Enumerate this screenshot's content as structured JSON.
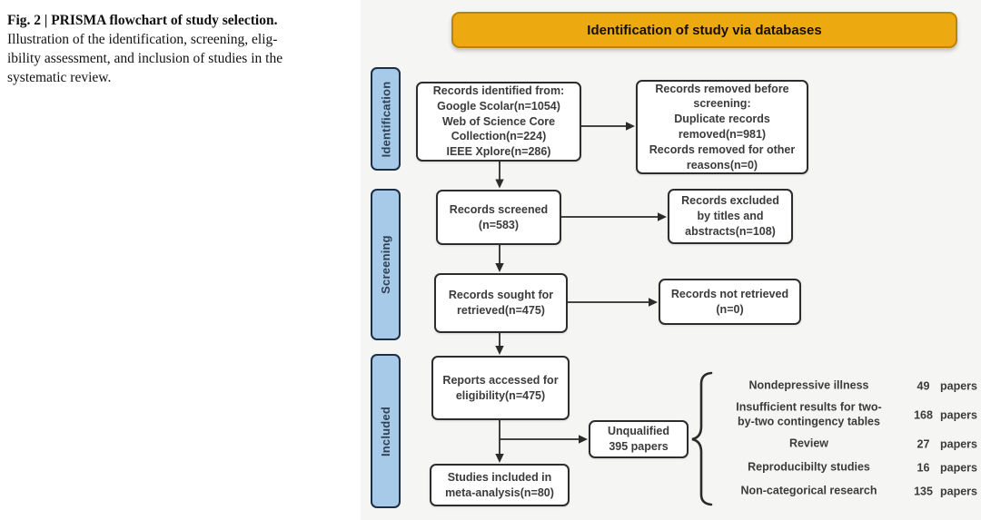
{
  "caption": {
    "title": "Fig. 2 | PRISMA flowchart of study selection.",
    "body_lines": [
      "Illustration of the identification, screening, elig-",
      "ibility assessment, and inclusion of studies in the",
      "systematic review."
    ]
  },
  "banner": {
    "label": "Identification of study via databases"
  },
  "stages": [
    {
      "label": "Identification"
    },
    {
      "label": "Screening"
    },
    {
      "label": "Included"
    }
  ],
  "boxes": {
    "records_identified": {
      "lines": [
        "Records identified from:",
        "Google Scolar(n=1054)",
        "Web of Science Core",
        "Collection(n=224)",
        "IEEE Xplore(n=286)"
      ]
    },
    "records_removed": {
      "lines": [
        "Records removed before",
        "screening:",
        "Duplicate records",
        "removed(n=981)",
        "Records removed for other",
        "reasons(n=0)"
      ]
    },
    "records_screened": {
      "lines": [
        "Records screened",
        "(n=583)"
      ]
    },
    "records_excluded": {
      "lines": [
        "Records excluded",
        "by titles and",
        "abstracts(n=108)"
      ]
    },
    "records_sought": {
      "lines": [
        "Records sought for",
        "retrieved(n=475)"
      ]
    },
    "records_not_retrieved": {
      "lines": [
        "Records not retrieved",
        "(n=0)"
      ]
    },
    "reports_accessed": {
      "lines": [
        "Reports accessed for",
        "eligibility(n=475)"
      ]
    },
    "unqualified": {
      "lines": [
        "Unqualified",
        "395 papers"
      ]
    },
    "studies_included": {
      "lines": [
        "Studies included in",
        "meta-analysis(n=80)"
      ]
    }
  },
  "reject_reasons": [
    {
      "label_lines": [
        "Nondepressive illness"
      ],
      "count": "49",
      "unit": "papers"
    },
    {
      "label_lines": [
        "Insufficient results for two-",
        "by-two contingency tables"
      ],
      "count": "168",
      "unit": "papers"
    },
    {
      "label_lines": [
        "Review"
      ],
      "count": "27",
      "unit": "papers"
    },
    {
      "label_lines": [
        "Reproducibilty studies"
      ],
      "count": "16",
      "unit": "papers"
    },
    {
      "label_lines": [
        "Non-categorical research"
      ],
      "count": "135",
      "unit": "papers"
    }
  ],
  "colors": {
    "banner_fill": "#EDAA10",
    "banner_border": "#BD8304",
    "stage_fill": "#A6CAE8",
    "stage_border": "#1C2F45",
    "box_border": "#2D2D2D",
    "box_text": "#3B3B3B",
    "panel_bg": "#F5F5F3",
    "connector": "#2B2B2B"
  }
}
